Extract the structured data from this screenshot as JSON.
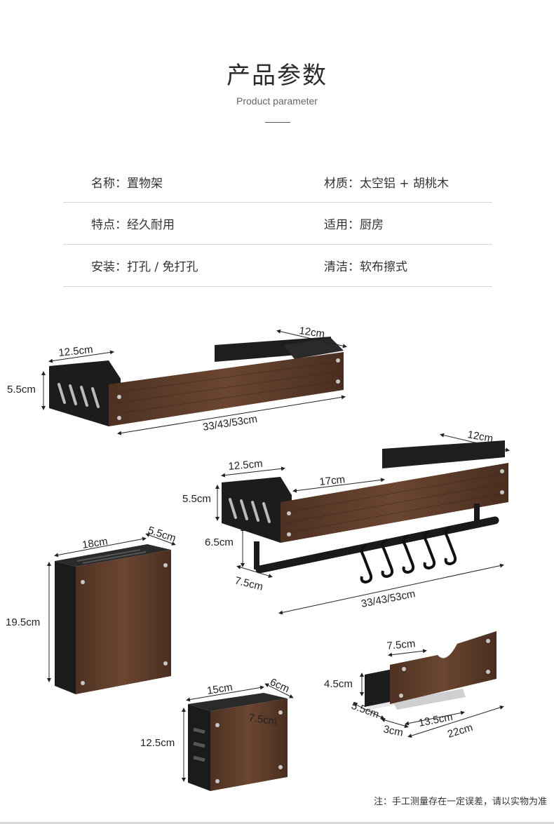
{
  "header": {
    "title": "产品参数",
    "subtitle": "Product parameter"
  },
  "specs": [
    {
      "left": "名称：置物架",
      "right": "材质：太空铝 + 胡桃木"
    },
    {
      "left": "特点：经久耐用",
      "right": "适用：厨房"
    },
    {
      "left": "安装：打孔 / 免打孔",
      "right": "清洁：软布擦式"
    }
  ],
  "dimensions": {
    "shelf1": {
      "depth": "12.5cm",
      "back_depth": "12cm",
      "height": "5.5cm",
      "length": "33/43/53cm"
    },
    "shelf2": {
      "depth": "12.5cm",
      "inner": "17cm",
      "back_depth": "12cm",
      "height": "5.5cm",
      "rail_drop": "6.5cm",
      "rail_offset": "7.5cm",
      "length": "33/43/53cm"
    },
    "knife_block": {
      "width": "18cm",
      "depth": "5.5cm",
      "height": "19.5cm"
    },
    "utensil_box": {
      "width": "15cm",
      "depth": "6cm",
      "inner": "7.5cm",
      "height": "12.5cm"
    },
    "tissue_holder": {
      "top": "7.5cm",
      "height": "4.5cm",
      "depth": "5.5cm",
      "lip": "3cm",
      "inner": "13.5cm",
      "length": "22cm"
    }
  },
  "colors": {
    "wood": "#5a3a28",
    "metal": "#1c1c1c"
  },
  "footer": {
    "note": "注：手工测量存在一定误差，请以实物为准"
  }
}
